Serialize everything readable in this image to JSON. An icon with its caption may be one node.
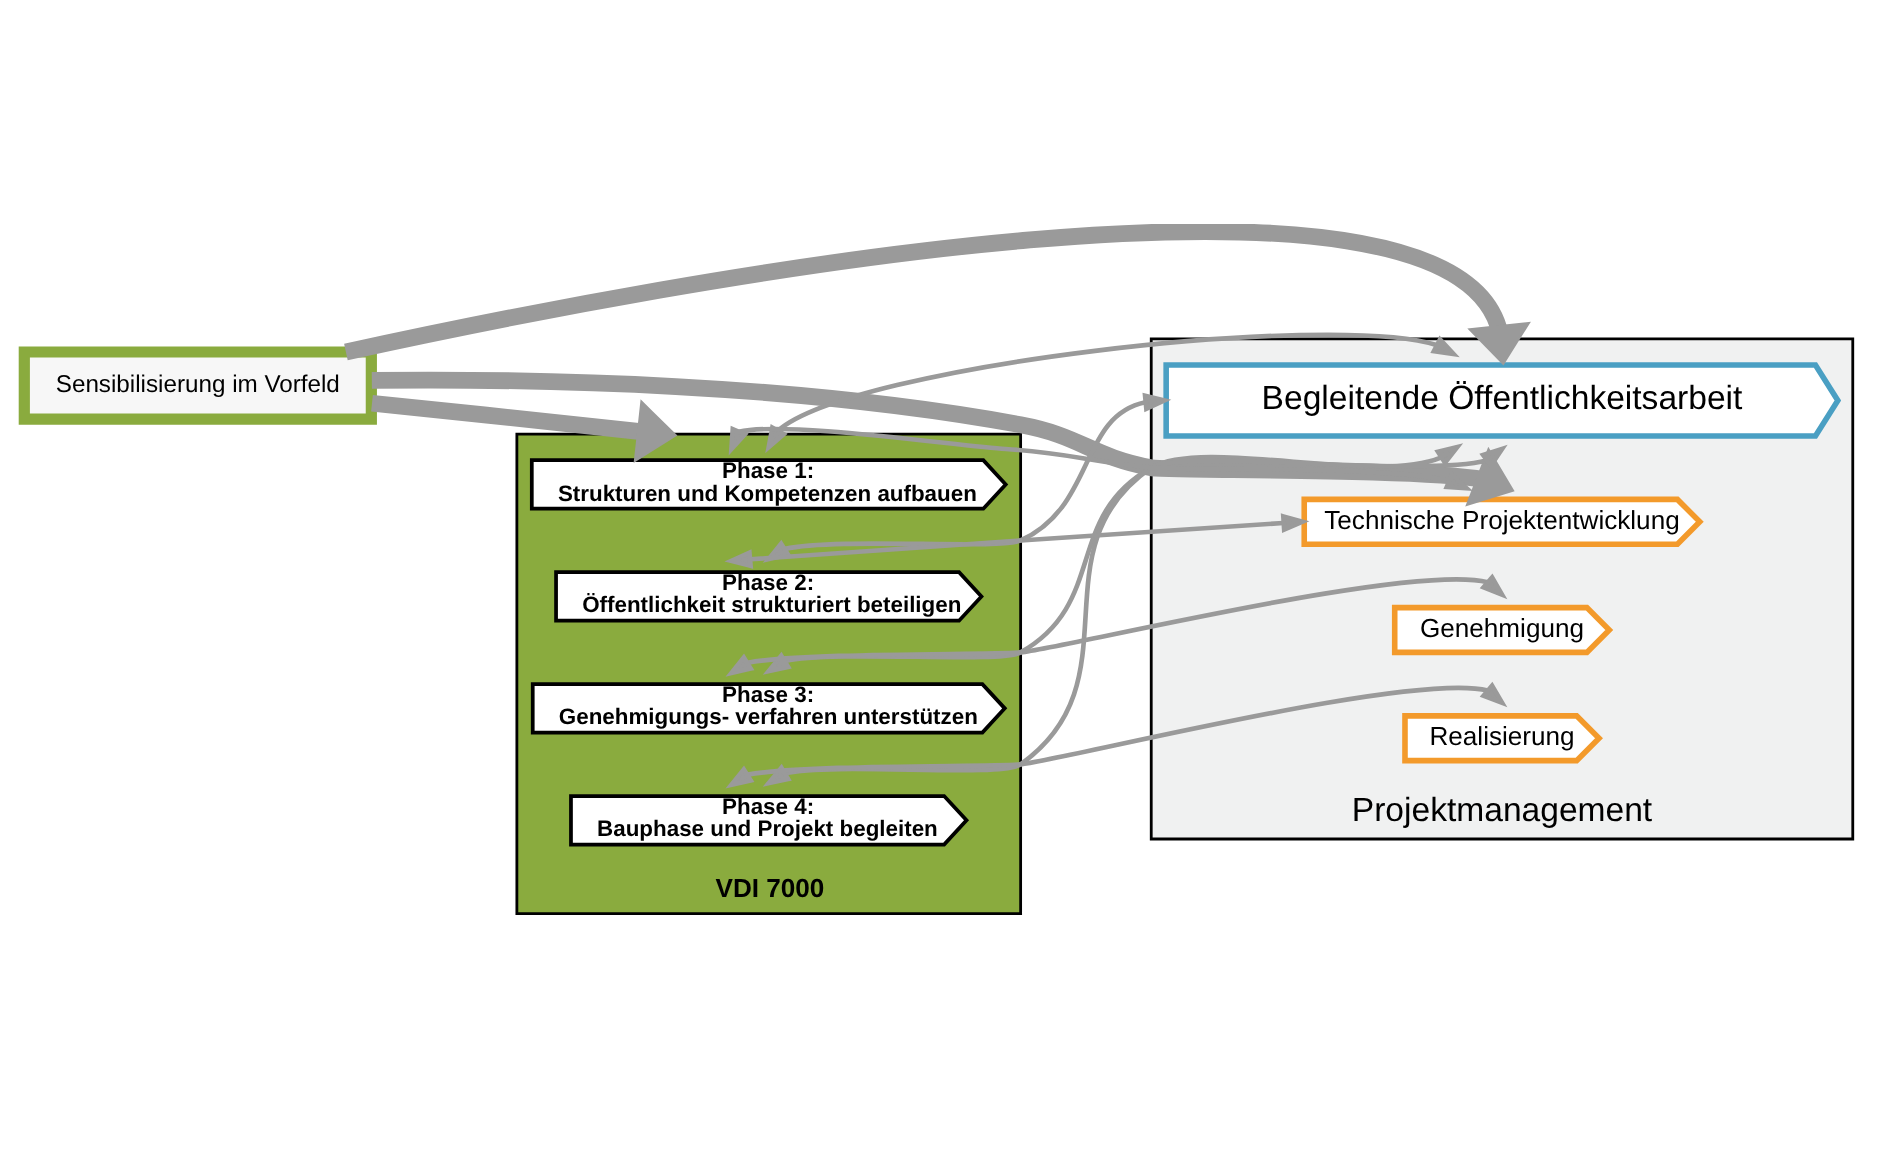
{
  "diagram": {
    "nodes": [
      {
        "text": [
          "Sensibilisierung im Vorfeld"
        ]
      },
      {
        "text": [
          "Projektmanagement"
        ]
      },
      {
        "text": [
          "Begleitende Öffentlichkeitsarbeit"
        ],
        "in": 1
      },
      {
        "text": [
          "VDI 7000"
        ]
      },
      {
        "text": [
          "Phase 1:",
          "Strukturen und Kompetenzen aufbauen"
        ],
        "in": 3
      },
      {
        "text": [
          "Phase 2:",
          "Öffentlichkeit strukturiert beteiligen"
        ],
        "in": 3
      },
      {
        "text": [
          "Phase 3:",
          "Genehmigungs- verfahren unterstützen"
        ],
        "in": 3
      },
      {
        "text": [
          "Phase 4:",
          "Bauphase und Projekt begleiten"
        ],
        "in": 3
      },
      {
        "text": [
          "Technische Projektentwicklung"
        ],
        "in": 1
      },
      {
        "text": [
          "Genehmigung"
        ],
        "in": 1
      },
      {
        "text": [
          "Realisierung"
        ],
        "in": 1
      }
    ],
    "edges": [
      {
        "from": 0,
        "to": 2,
        "arrow": "to",
        "style": "thick"
      },
      {
        "from": 0,
        "to": 3,
        "arrow": "to",
        "style": "thick"
      },
      {
        "from": 0,
        "to": 8,
        "arrow": "to",
        "style": "thick"
      },
      {
        "from": 2,
        "to": 4,
        "arrow": "both"
      },
      {
        "from": 2,
        "to": 5,
        "arrow": "both"
      },
      {
        "from": 2,
        "to": 6,
        "arrow": "both"
      },
      {
        "from": 2,
        "to": 7,
        "arrow": "both"
      },
      {
        "from": 4,
        "to": 8,
        "arrow": "both"
      },
      {
        "from": 5,
        "to": 8,
        "arrow": "both"
      },
      {
        "from": 6,
        "to": 9,
        "arrow": "both"
      },
      {
        "from": 7,
        "to": 10,
        "arrow": "both"
      }
    ]
  }
}
